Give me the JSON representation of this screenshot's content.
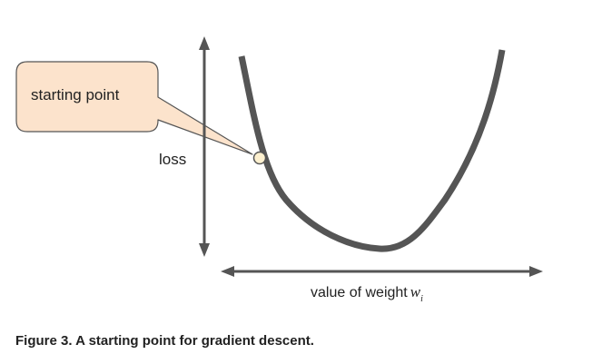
{
  "callout": {
    "text": "starting point",
    "fill": "#fce3cc",
    "stroke": "#555555"
  },
  "axes": {
    "y_label": "loss",
    "x_label_prefix": "value of weight",
    "x_label_var": "w",
    "x_label_sub": "i",
    "color": "#555555"
  },
  "curve": {
    "color": "#555555"
  },
  "start_point": {
    "fill": "#fdf0cf",
    "stroke": "#555555"
  },
  "caption": "Figure 3. A starting point for gradient descent."
}
